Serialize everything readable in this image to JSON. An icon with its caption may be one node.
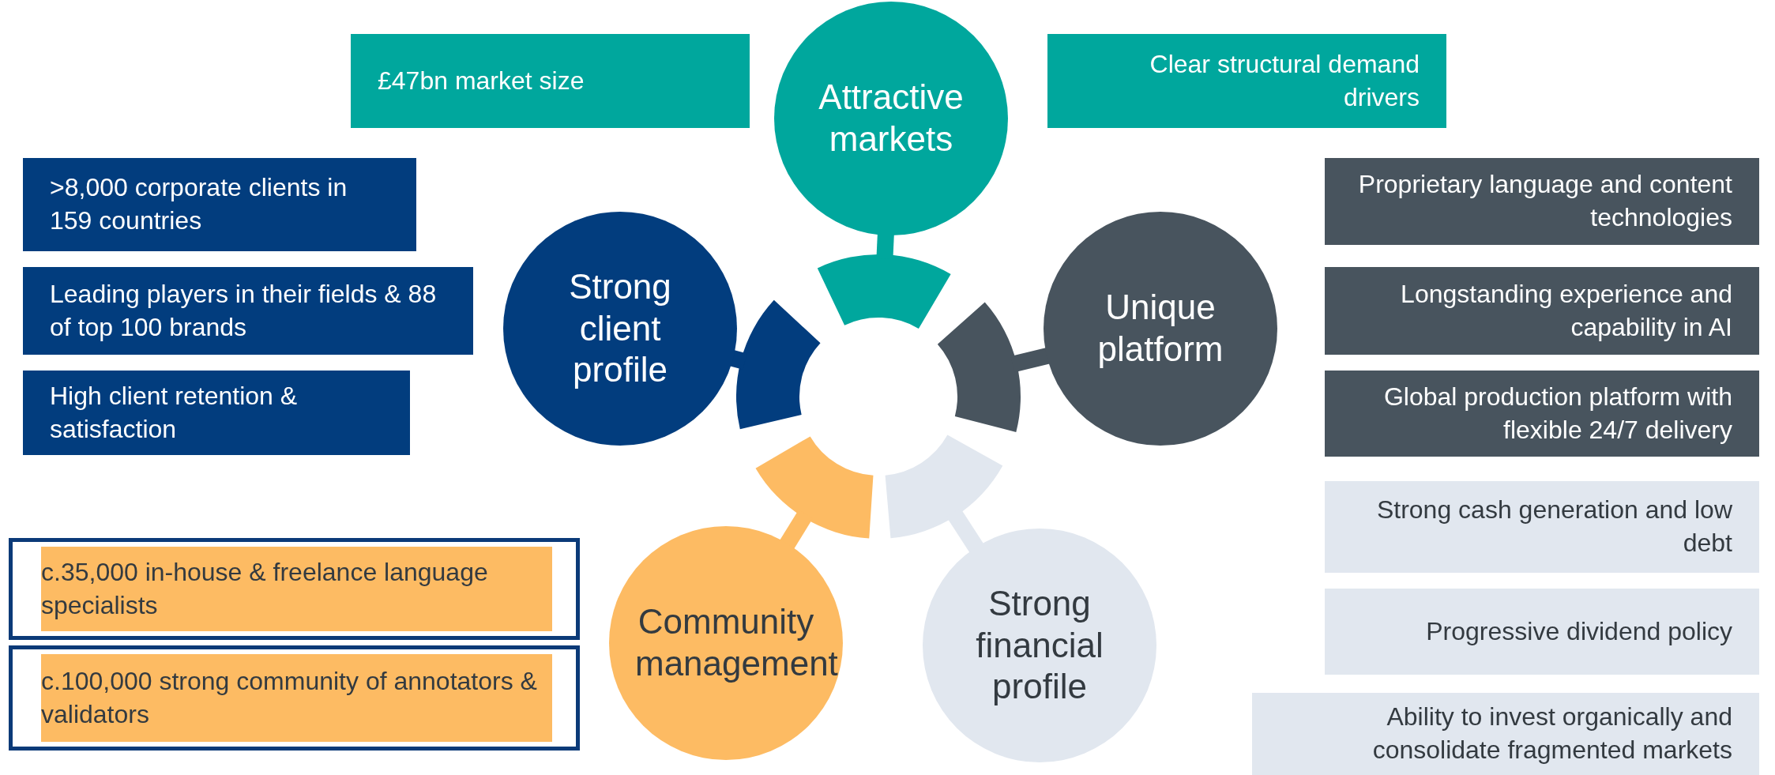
{
  "diagram": {
    "nodes": [
      {
        "text": [
          "£47bn market size"
        ]
      },
      {
        "text": [
          "Attractive markets"
        ]
      },
      {
        "text": [
          "Clear structural demand drivers"
        ]
      },
      {
        "text": [
          ">8,000 corporate clients in 159 countries"
        ]
      },
      {
        "text": [
          "Proprietary language and content technologies"
        ]
      },
      {
        "text": [
          "Strong client profile"
        ]
      },
      {
        "text": [
          "Leading players in their fields & 88 of top 100 brands"
        ]
      },
      {
        "text": [
          "Unique platform"
        ]
      },
      {
        "text": [
          "Longstanding experience and capability in AI"
        ]
      },
      {
        "text": [
          "High client retention & satisfaction"
        ]
      },
      {
        "text": [
          "Global production platform with flexible 24/7 delivery"
        ]
      },
      {
        "text": [
          "Strong cash generation and low debt"
        ]
      },
      {
        "text": [
          "c.35,000 in-house & freelance language specialists"
        ]
      },
      {
        "text": [
          "Community management"
        ]
      },
      {
        "text": [
          "Strong financial profile"
        ]
      },
      {
        "text": [
          "Progressive dividend policy"
        ]
      },
      {
        "text": [
          "c.100,000 strong community of annotators & validators"
        ]
      },
      {
        "text": [
          "Ability to invest organically and consolidate fragmented markets"
        ]
      }
    ]
  }
}
